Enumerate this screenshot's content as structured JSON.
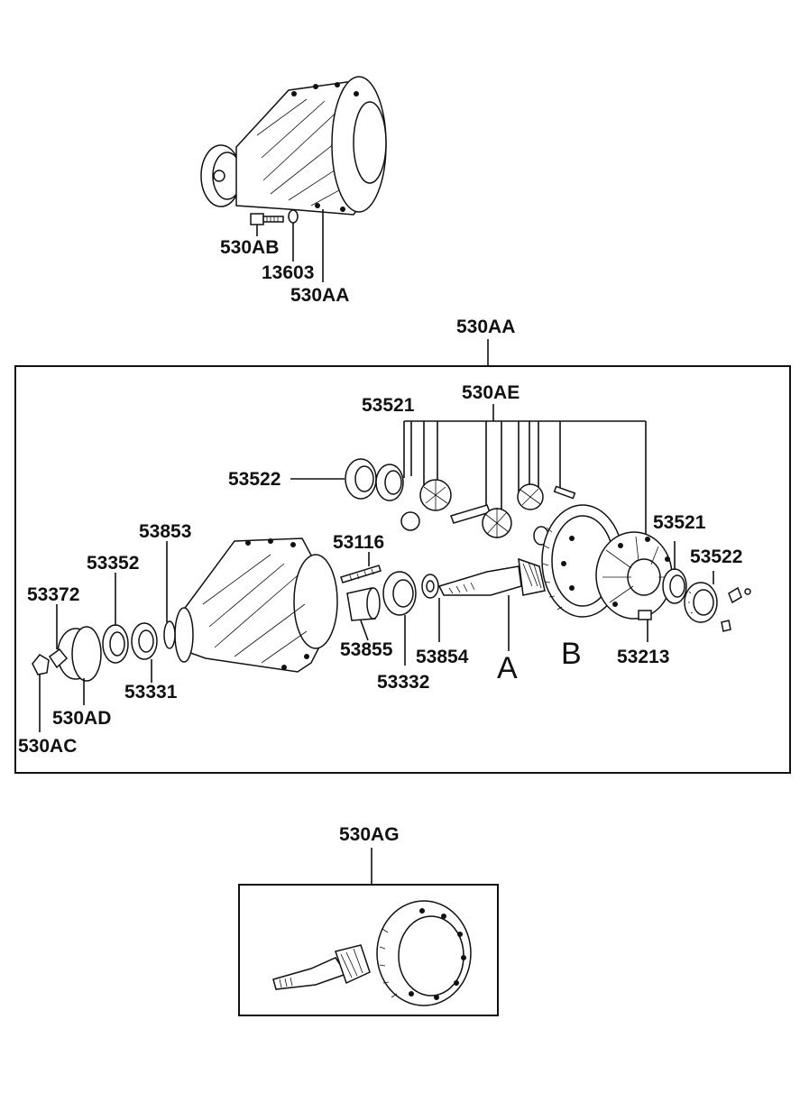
{
  "callouts": {
    "top_assembly": {
      "bolt": "530AB",
      "washer": "13603",
      "carrier": "530AA"
    },
    "main_frame_title": "530AA",
    "main_parts": {
      "bearing_upper_left": "53521",
      "gear_kit": "530AE",
      "bearing_cup_left": "53522",
      "spacer": "53853",
      "bolt": "53116",
      "bearing_right": "53521",
      "cup_right": "53522",
      "oil_seal": "53352",
      "nut": "53372",
      "collar": "53855",
      "pinion_bearing": "53332",
      "washer": "53854",
      "case": "53213",
      "bearing_front": "53331",
      "flange": "530AD",
      "flange_nut": "530AC"
    },
    "ref_a": "A",
    "ref_b": "B",
    "gear_set_title": "530AG"
  }
}
